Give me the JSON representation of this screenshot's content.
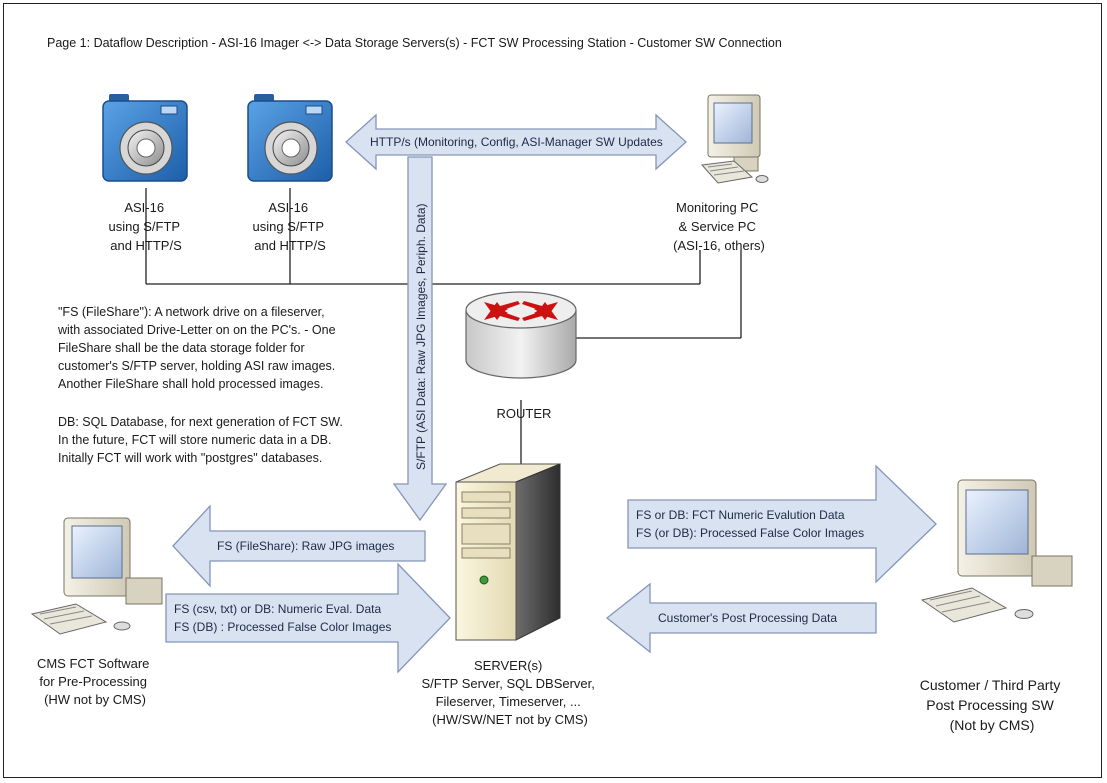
{
  "page_title": "Page 1:  Dataflow Description - ASI-16 Imager <-> Data Storage Servers(s) - FCT SW Processing Station - Customer SW Connection",
  "cameras": [
    {
      "lines": [
        "ASI-16",
        "using S/FTP",
        "and HTTP/S"
      ]
    },
    {
      "lines": [
        "ASI-16",
        "using S/FTP",
        "and HTTP/S"
      ]
    }
  ],
  "monitoring_pc": {
    "lines": [
      "Monitoring PC",
      "& Service PC",
      "(ASI-16, others)"
    ]
  },
  "router": {
    "label": "ROUTER"
  },
  "server": {
    "lines": [
      "SERVER(s)",
      "S/FTP Server, SQL DBServer,",
      "Fileserver, Timeserver, ...",
      "(HW/SW/NET not by CMS)"
    ]
  },
  "cms_pc": {
    "lines": [
      "CMS FCT Software",
      "for Pre-Processing",
      "(HW not by CMS)"
    ]
  },
  "customer_pc": {
    "lines": [
      "Customer / Third Party",
      "Post Processing SW",
      "(Not by CMS)"
    ]
  },
  "notes": {
    "fileshare": [
      "\"FS (FileShare\"): A network drive on a fileserver,",
      "with associated Drive-Letter on on the PC's. - One",
      "FileShare shall be the data storage folder for",
      "customer's S/FTP server, holding ASI raw images.",
      "Another FileShare shall hold processed images."
    ],
    "db": [
      "DB: SQL Database, for next generation of FCT SW.",
      "In the future, FCT will store numeric data in a DB.",
      "Initally FCT will work with \"postgres\" databases."
    ]
  },
  "arrows": {
    "http": "HTTP/s (Monitoring, Config, ASI-Manager SW Updates",
    "sftp": "S/FTP (ASI Data: Raw JPG Images, Periph. Data)",
    "raw_jpg": "FS (FileShare): Raw JPG images",
    "numeric_eval": [
      "FS (csv, txt) or DB: Numeric Eval. Data",
      "FS (DB) : Processed False Color Images"
    ],
    "fct_numeric": [
      "FS or DB: FCT Numeric Evalution Data",
      "FS (or DB): Processed False Color Images"
    ],
    "customer_post": "Customer's Post Processing Data"
  },
  "colors": {
    "arrow_fill": "#d9e2f1",
    "arrow_stroke": "#8496b8",
    "camera_body": "#2a73c4",
    "router_arrow": "#cc1111"
  }
}
